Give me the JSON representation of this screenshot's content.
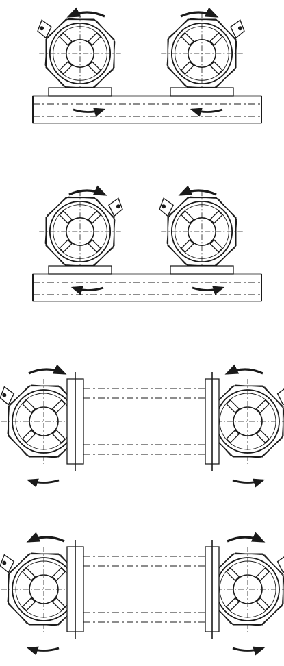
{
  "figure": {
    "stroke_color": "#1a1a1a",
    "background": "#ffffff",
    "views": [
      {
        "orientation": "horizontal",
        "units": [
          {
            "id": "left",
            "rotation": "counterclockwise",
            "bracket_side": "left"
          },
          {
            "id": "right",
            "rotation": "clockwise",
            "bracket_side": "right"
          }
        ],
        "base_arrows": [
          "right",
          "left"
        ]
      },
      {
        "orientation": "horizontal",
        "units": [
          {
            "id": "left",
            "rotation": "clockwise",
            "bracket_side": "right"
          },
          {
            "id": "right",
            "rotation": "counterclockwise",
            "bracket_side": "left"
          }
        ],
        "base_arrows": [
          "left",
          "right"
        ]
      },
      {
        "orientation": "vertical",
        "units": [
          {
            "id": "left",
            "rotation": "clockwise",
            "bracket_side": "left"
          },
          {
            "id": "right",
            "rotation": "counterclockwise",
            "bracket_side": "right"
          }
        ],
        "base_arrows": [
          "left",
          "right"
        ]
      },
      {
        "orientation": "vertical",
        "units": [
          {
            "id": "left",
            "rotation": "counterclockwise",
            "bracket_side": "left"
          },
          {
            "id": "right",
            "rotation": "clockwise",
            "bracket_side": "right"
          }
        ],
        "base_arrows": [
          "left",
          "right"
        ]
      }
    ]
  }
}
